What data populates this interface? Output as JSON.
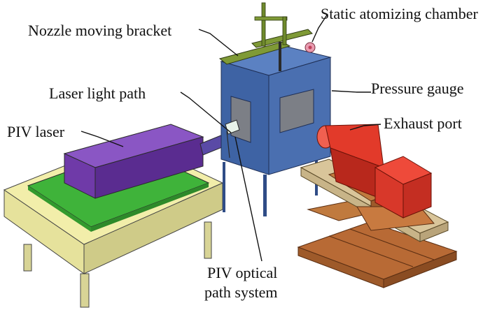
{
  "labels": {
    "nozzle_bracket": "Nozzle moving bracket",
    "atomizing_chamber": "Static atomizing chamber",
    "laser_path": "Laser light path",
    "pressure_gauge": "Pressure gauge",
    "piv_laser": "PIV laser",
    "exhaust_port": "Exhaust port",
    "optical_line1": "PIV optical",
    "optical_line2": "path system"
  },
  "colors": {
    "table_top": "#f2eeaa",
    "table_leg": "#d8d496",
    "green_plate": "#3fb33a",
    "laser_body": "#6f3aa8",
    "chamber": "#4a6fb0",
    "chamber_dark": "#2f4c86",
    "window": "#7c7f86",
    "bracket": "#7f9a36",
    "exhaust": "#e23a2a",
    "base_brown": "#b86a35",
    "base_tan": "#d9c59a"
  }
}
